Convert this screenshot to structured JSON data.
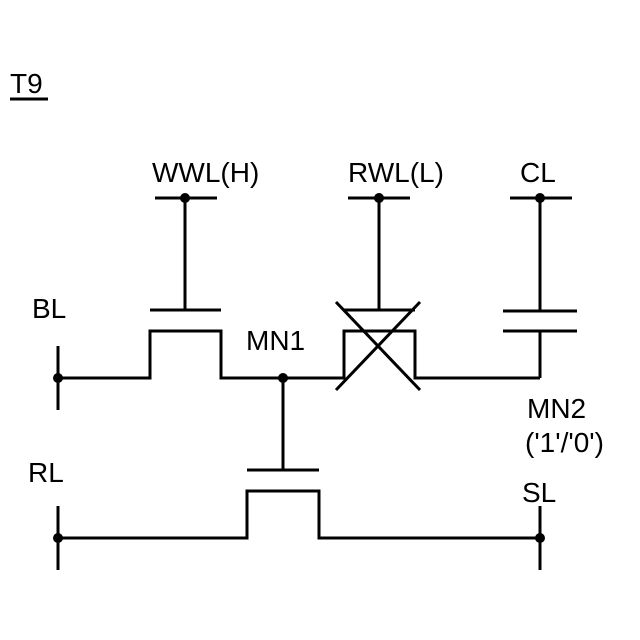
{
  "figure_label": "T9",
  "labels": {
    "wwl": "WWL(H)",
    "rwl": "RWL(L)",
    "cl": "CL",
    "bl": "BL",
    "mn1": "MN1",
    "mn2": "MN2",
    "mn2_state": "('1'/'0')",
    "rl": "RL",
    "sl": "SL"
  },
  "colors": {
    "line": "#000000",
    "background": "#ffffff"
  }
}
